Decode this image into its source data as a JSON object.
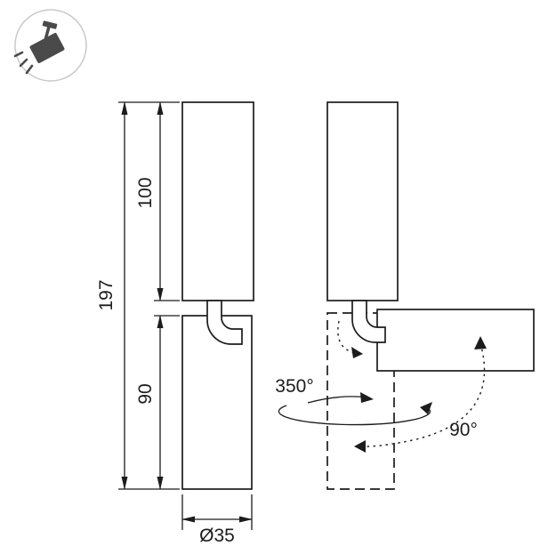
{
  "drawing": {
    "type": "technical-dimension-drawing",
    "subject": "two-body cylindrical spot luminaire with pivot joint, shown closed and tilted",
    "dimensions": {
      "overall_height": "197",
      "upper_body_length": "100",
      "lower_body_length": "90",
      "body_diameter": "Ø35"
    },
    "angles": {
      "swivel": "350°",
      "tilt": "90°"
    },
    "icon": {
      "name": "spotlight-icon"
    },
    "colors": {
      "line": "#1c1c1c",
      "icon_fill": "#4a4a4a",
      "icon_ring": "#c9c9c9",
      "background": "#ffffff"
    }
  }
}
